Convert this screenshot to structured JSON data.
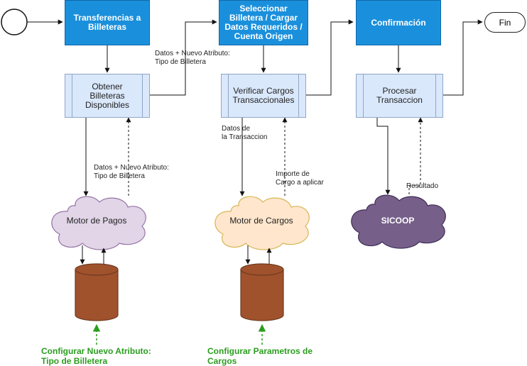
{
  "process_boxes": {
    "transfer": "Transferencias a Billeteras",
    "select": "Seleccionar Billetera / Cargar Datos Requeridos / Cuenta Origen",
    "confirm": "Confirmación",
    "obtain": "Obtener Billeteras Disponibles",
    "verify": "Verificar Cargos Transaccionales",
    "process": "Procesar Transaccion"
  },
  "terminator": {
    "end_label": "Fin"
  },
  "edge_labels": {
    "datos_top_1": "Datos + Nuevo Atributo:",
    "datos_top_2": "Tipo de Billetera",
    "datos_mid_1": "Datos + Nuevo Atributo:",
    "datos_mid_2": "Tipo de Billetera",
    "datos_trans_1": "Datos de",
    "datos_trans_2": "la Transaccion",
    "importe_1": "Importe de",
    "importe_2": "Cargo a aplicar",
    "resultado": "Resultado"
  },
  "systems": {
    "pagos": "Motor de Pagos",
    "cargos": "Motor de Cargos",
    "sicoop": "SICOOP"
  },
  "config_notes": {
    "atributo_1": "Configurar Nuevo Atributo:",
    "atributo_2": "Tipo de Billetera",
    "parametros_1": "Configurar Parametros de",
    "parametros_2": "Cargos"
  },
  "colors": {
    "blue_box": "#1a90dc",
    "process_fill": "#dae8fc",
    "cloud_pagos": "#e1d5e7",
    "cloud_cargos": "#ffe6cc",
    "cloud_sicoop": "#76608a",
    "database": "#a0522d",
    "config_text": "#2a9d1e"
  }
}
